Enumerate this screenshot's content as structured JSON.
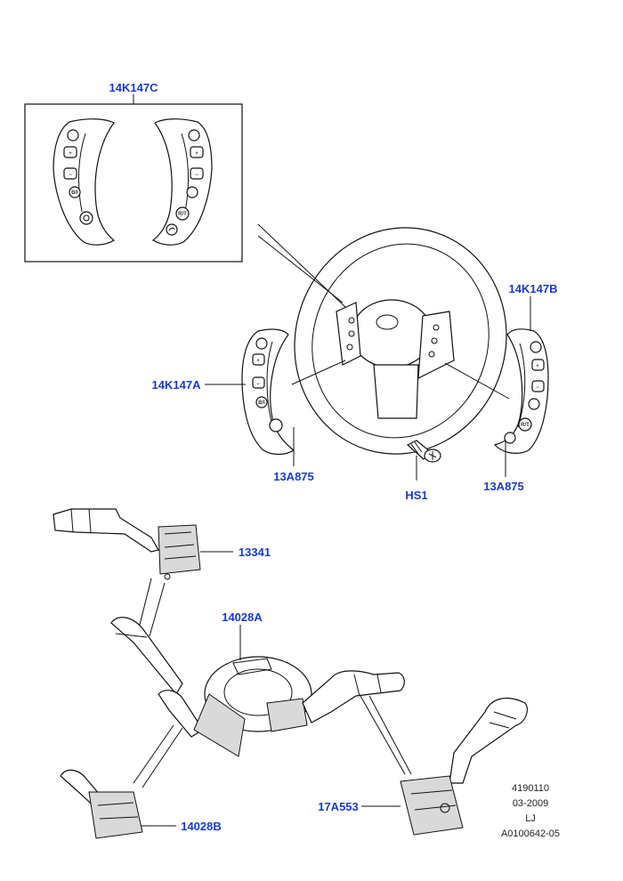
{
  "callouts": {
    "c14k147c": "14K147C",
    "c14k147b": "14K147B",
    "c14k147a": "14K147A",
    "c13a875_left": "13A875",
    "c13a875_right": "13A875",
    "hs1": "HS1",
    "c13341": "13341",
    "c14028a": "14028A",
    "c14028b": "14028B",
    "c17a553": "17A553"
  },
  "button_labels": {
    "plus": "+",
    "minus": "−",
    "bi": "B/I",
    "rt": "R/T"
  },
  "reference": {
    "number": "4190110",
    "date": "03-2009",
    "initials": "LJ",
    "code": "A0100642-05"
  },
  "colors": {
    "callout": "#1a3cc8",
    "line": "#111111"
  }
}
